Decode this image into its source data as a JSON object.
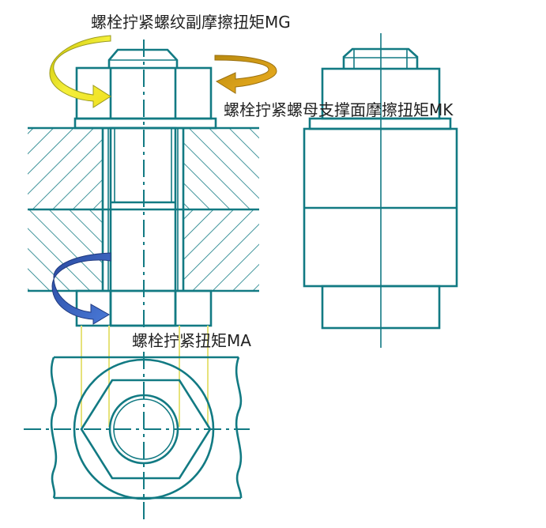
{
  "labels": {
    "thread_torque": "螺栓拧紧螺纹副摩擦扭矩MG",
    "bearing_torque": "螺栓拧紧螺母支撑面摩擦扭矩MK",
    "tightening_torque": "螺栓拧紧扭矩MA"
  },
  "colors": {
    "line": "#127a83",
    "arrow_thread": "#e8e020",
    "arrow_bearing": "#d9a010",
    "arrow_tightening": "#3a64c0",
    "projection_lines": "#e6e27a"
  }
}
